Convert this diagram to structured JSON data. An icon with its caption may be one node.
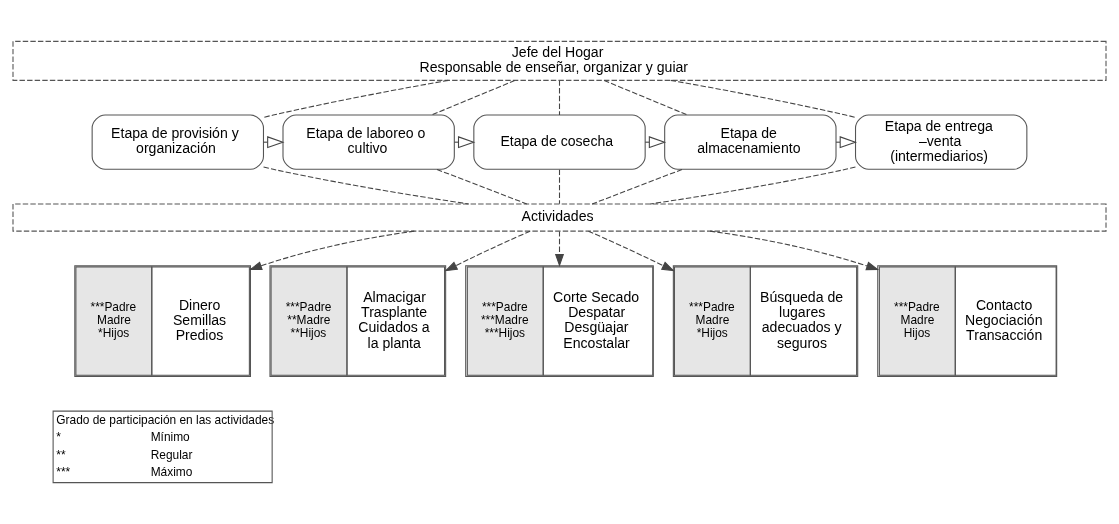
{
  "diagram": {
    "nodes": [
      {
        "text": [
          "Jefe del Hogar",
          "Responsable de enseñar, organizar y guiar"
        ]
      },
      {
        "text": [
          "Etapa de provisión y organización"
        ]
      },
      {
        "text": [
          "Etapa de laboreo o cultivo"
        ]
      },
      {
        "text": [
          "Etapa de cosecha"
        ]
      },
      {
        "text": [
          "Etapa de almacenamiento"
        ]
      },
      {
        "text": [
          "Etapa de entrega –venta (intermediarios)"
        ]
      },
      {
        "text": [
          "Actividades"
        ]
      },
      {
        "text": [
          "***Padre Madre *Hijos",
          "Dinero Semillas Predios"
        ]
      },
      {
        "text": [
          "***Padre **Madre **Hijos",
          "Almacigar Trasplante Cuidados a la planta"
        ]
      },
      {
        "text": [
          "***Padre ***Madre ***Hijos",
          "Corte Secado Despatar Desgüajar Encostalar"
        ]
      },
      {
        "text": [
          "***Padre Madre *Hijos",
          "Búsqueda de lugares adecuados y seguros"
        ]
      },
      {
        "text": [
          "***Padre Madre Hijos",
          "Contacto Negociación Transacción"
        ]
      },
      {
        "text": [
          "Grado de participación en las actividades",
          "*",
          "Mínimo",
          "**",
          "Regular",
          "***",
          "Máximo"
        ]
      }
    ],
    "edges": [
      {
        "from": 0,
        "to": 1,
        "arrow": "none",
        "style": "dashed"
      },
      {
        "from": 0,
        "to": 2,
        "arrow": "none",
        "style": "dashed"
      },
      {
        "from": 0,
        "to": 3,
        "arrow": "none",
        "style": "dashed"
      },
      {
        "from": 0,
        "to": 4,
        "arrow": "none",
        "style": "dashed"
      },
      {
        "from": 0,
        "to": 5,
        "arrow": "none",
        "style": "dashed"
      },
      {
        "from": 1,
        "to": 2,
        "arrow": "to"
      },
      {
        "from": 2,
        "to": 3,
        "arrow": "to"
      },
      {
        "from": 3,
        "to": 4,
        "arrow": "to"
      },
      {
        "from": 4,
        "to": 5,
        "arrow": "to"
      },
      {
        "from": 1,
        "to": 6,
        "arrow": "none",
        "style": "dashed"
      },
      {
        "from": 2,
        "to": 6,
        "arrow": "none",
        "style": "dashed"
      },
      {
        "from": 3,
        "to": 6,
        "arrow": "none",
        "style": "dashed"
      },
      {
        "from": 4,
        "to": 6,
        "arrow": "none",
        "style": "dashed"
      },
      {
        "from": 5,
        "to": 6,
        "arrow": "none",
        "style": "dashed"
      },
      {
        "from": 6,
        "to": 7,
        "arrow": "to",
        "style": "dashed"
      },
      {
        "from": 6,
        "to": 8,
        "arrow": "to",
        "style": "dashed"
      },
      {
        "from": 6,
        "to": 9,
        "arrow": "to",
        "style": "dashed"
      },
      {
        "from": 6,
        "to": 10,
        "arrow": "to",
        "style": "dashed"
      },
      {
        "from": 6,
        "to": 11,
        "arrow": "to",
        "style": "dashed"
      }
    ]
  }
}
